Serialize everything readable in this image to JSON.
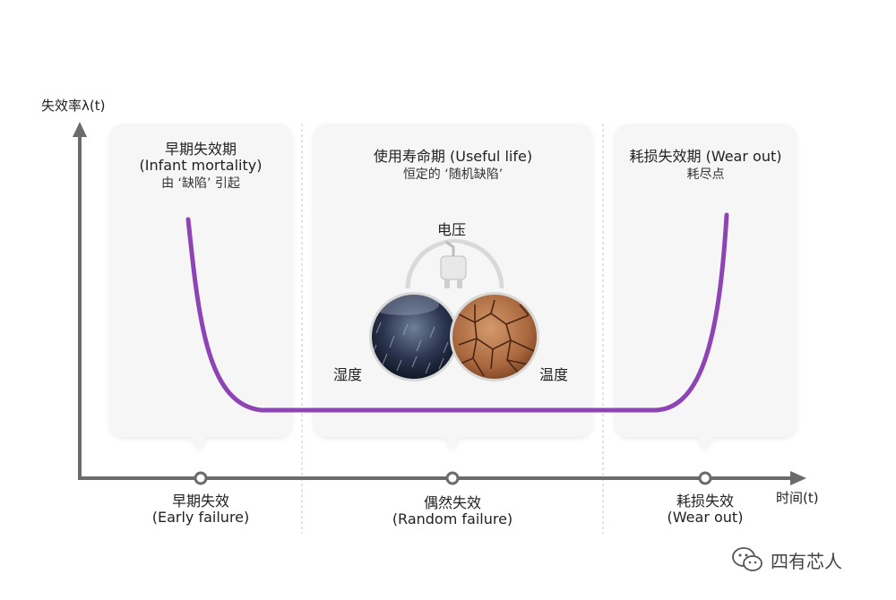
{
  "axes": {
    "y_label": "失效率λ(t)",
    "x_label": "时间(t)"
  },
  "panels": [
    {
      "title_line1": "早期失效期",
      "title_line2": "(Infant mortality)",
      "subtitle": "由 ‘缺陷’ 引起"
    },
    {
      "title_line1": "使用寿命期 (Useful life)",
      "subtitle": "恒定的 ‘随机缺陷’"
    },
    {
      "title_line1": "耗损失效期 (Wear out)",
      "subtitle": "耗尽点"
    }
  ],
  "factors": {
    "voltage": "电压",
    "humidity": "湿度",
    "temperature": "温度"
  },
  "phases": [
    {
      "name": "早期失效",
      "sub": "(Early failure)"
    },
    {
      "name": "偶然失效",
      "sub": "(Random failure)"
    },
    {
      "name": "耗损失效",
      "sub": "(Wear out)"
    }
  ],
  "colors": {
    "curve": "#8e44b5",
    "axis": "#6b6b6b",
    "panel": "#f6f6f6"
  },
  "watermark": {
    "icon": "wechat-icon",
    "text": "四有芯人"
  }
}
